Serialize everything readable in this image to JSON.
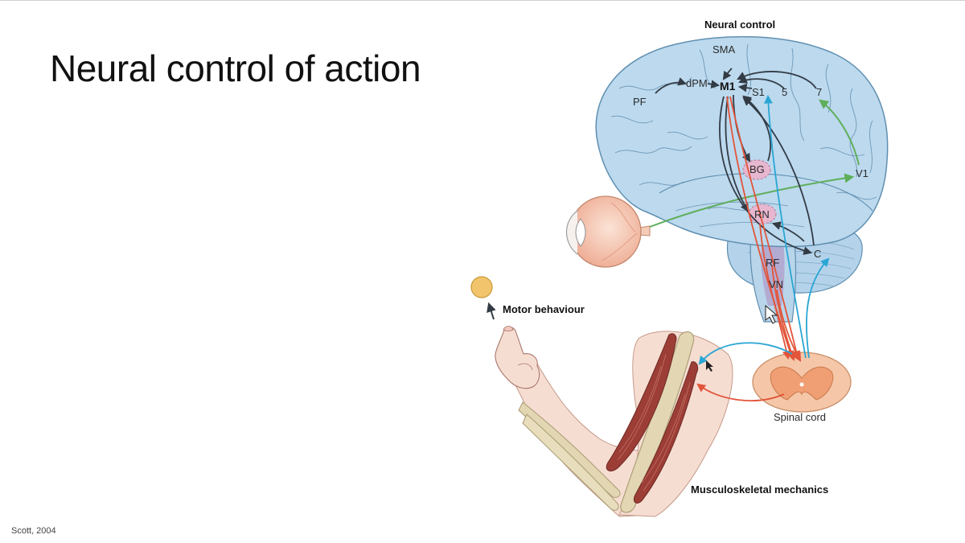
{
  "slide": {
    "title": "Neural control of action",
    "citation": "Scott, 2004"
  },
  "diagram": {
    "heading": "Neural control",
    "regions": {
      "sma": "SMA",
      "dpm": "dPM",
      "m1": "M1",
      "s1": "S1",
      "area5": "5",
      "area7": "7",
      "pf": "PF",
      "bg": "BG",
      "v1": "V1",
      "rn": "RN",
      "rf": "RF",
      "vn": "VN",
      "c": "C"
    },
    "motor_behaviour": "Motor behaviour",
    "spinal_cord": "Spinal cord",
    "musculoskeletal": "Musculoskeletal mechanics"
  },
  "colors": {
    "brain": "#bcd9ee",
    "brain_stroke": "#5f8fb0",
    "efferent": "#e2553a",
    "afferent": "#2aa6d4",
    "visual": "#5fae5a",
    "internal": "#333b45",
    "nucleus": "#e7b7cf",
    "brainstem": "#b1a6cf",
    "skin": "#f6ddd2",
    "bone": "#e2d6b3",
    "muscle": "#9c3e36",
    "target": "#f2c46b",
    "spinal": "#f5c7a8"
  }
}
